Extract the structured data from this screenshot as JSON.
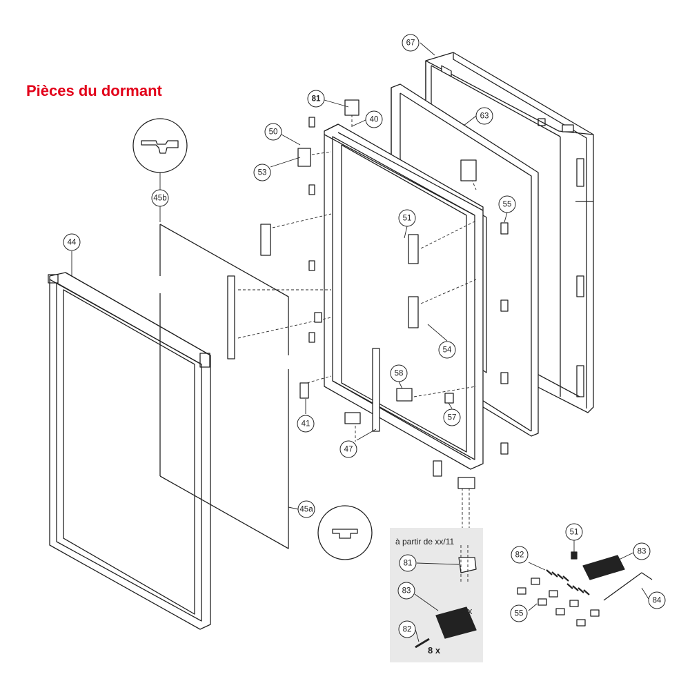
{
  "title": "Pièces du dormant",
  "colors": {
    "title": "#e2001a",
    "line": "#222222",
    "inset_bg": "#e9e9e9"
  },
  "inset": {
    "label": "à partir de xx/11",
    "qty_83": "2 x",
    "qty_82": "8 x"
  },
  "callouts": [
    {
      "id": "c67",
      "label": "67"
    },
    {
      "id": "c81",
      "label": "81"
    },
    {
      "id": "c40",
      "label": "40"
    },
    {
      "id": "c63",
      "label": "63"
    },
    {
      "id": "c50",
      "label": "50"
    },
    {
      "id": "c53",
      "label": "53"
    },
    {
      "id": "c55a",
      "label": "55"
    },
    {
      "id": "c45b",
      "label": "45b"
    },
    {
      "id": "c51a",
      "label": "51"
    },
    {
      "id": "c44",
      "label": "44"
    },
    {
      "id": "c54",
      "label": "54"
    },
    {
      "id": "c58",
      "label": "58"
    },
    {
      "id": "c41",
      "label": "41"
    },
    {
      "id": "c57",
      "label": "57"
    },
    {
      "id": "c47",
      "label": "47"
    },
    {
      "id": "c45a",
      "label": "45a"
    },
    {
      "id": "c81b",
      "label": "81"
    },
    {
      "id": "c83a",
      "label": "83"
    },
    {
      "id": "c82a",
      "label": "82"
    },
    {
      "id": "c51b",
      "label": "51"
    },
    {
      "id": "c82b",
      "label": "82"
    },
    {
      "id": "c83b",
      "label": "83"
    },
    {
      "id": "c84",
      "label": "84"
    },
    {
      "id": "c55b",
      "label": "55"
    }
  ]
}
